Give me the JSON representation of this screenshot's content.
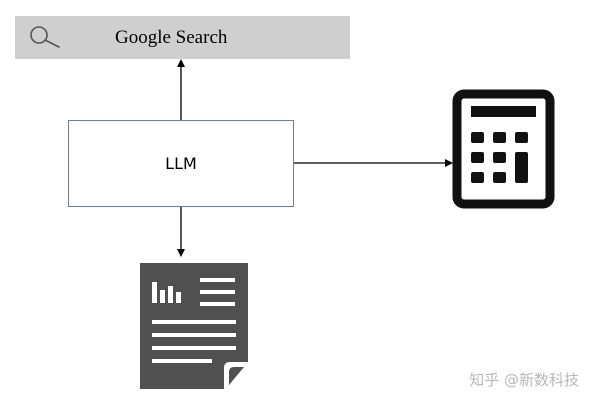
{
  "search": {
    "label": "Google Search",
    "icon": "search-icon"
  },
  "center": {
    "label": "LLM"
  },
  "tools": {
    "calculator_icon": "calculator-icon",
    "document_icon": "document-icon"
  },
  "colors": {
    "search_bar": "#cfcfcf",
    "box_border": "#6f7f93",
    "icon_fill": "#505050",
    "calculator": "#111111",
    "watermark": "#b8b8b8"
  },
  "watermark": "知乎 @新数科技"
}
